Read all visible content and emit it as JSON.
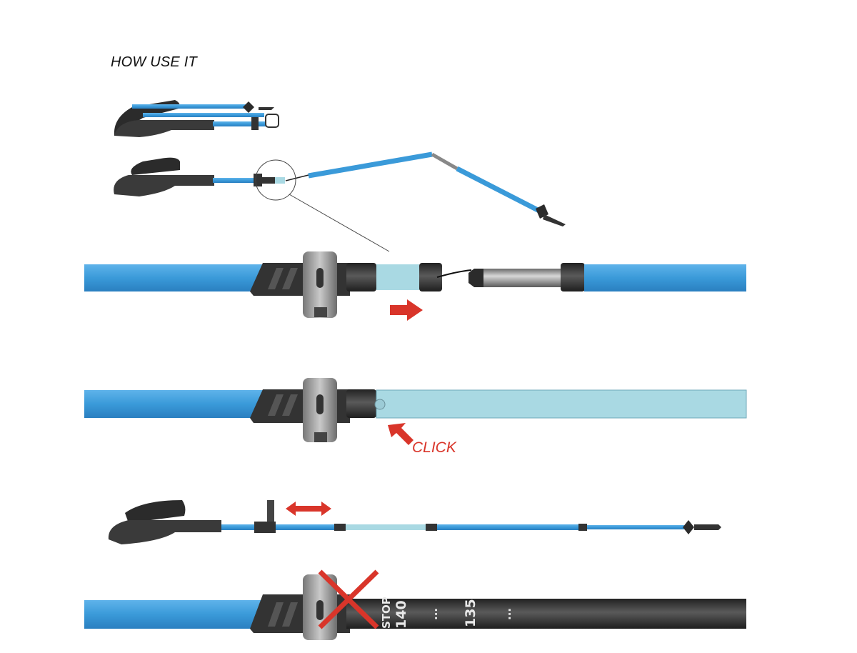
{
  "title": "HOW USE IT",
  "click_label": "CLICK",
  "scale": {
    "stop": "STOP",
    "mark1": "140",
    "dots1": "...",
    "mark2": "135",
    "dots2": "..."
  },
  "colors": {
    "blue": "#3a9ad9",
    "light_blue": "#a9d9e3",
    "dark": "#2b2b2b",
    "metal": "#a3a3a3",
    "red": "#d9352a"
  }
}
